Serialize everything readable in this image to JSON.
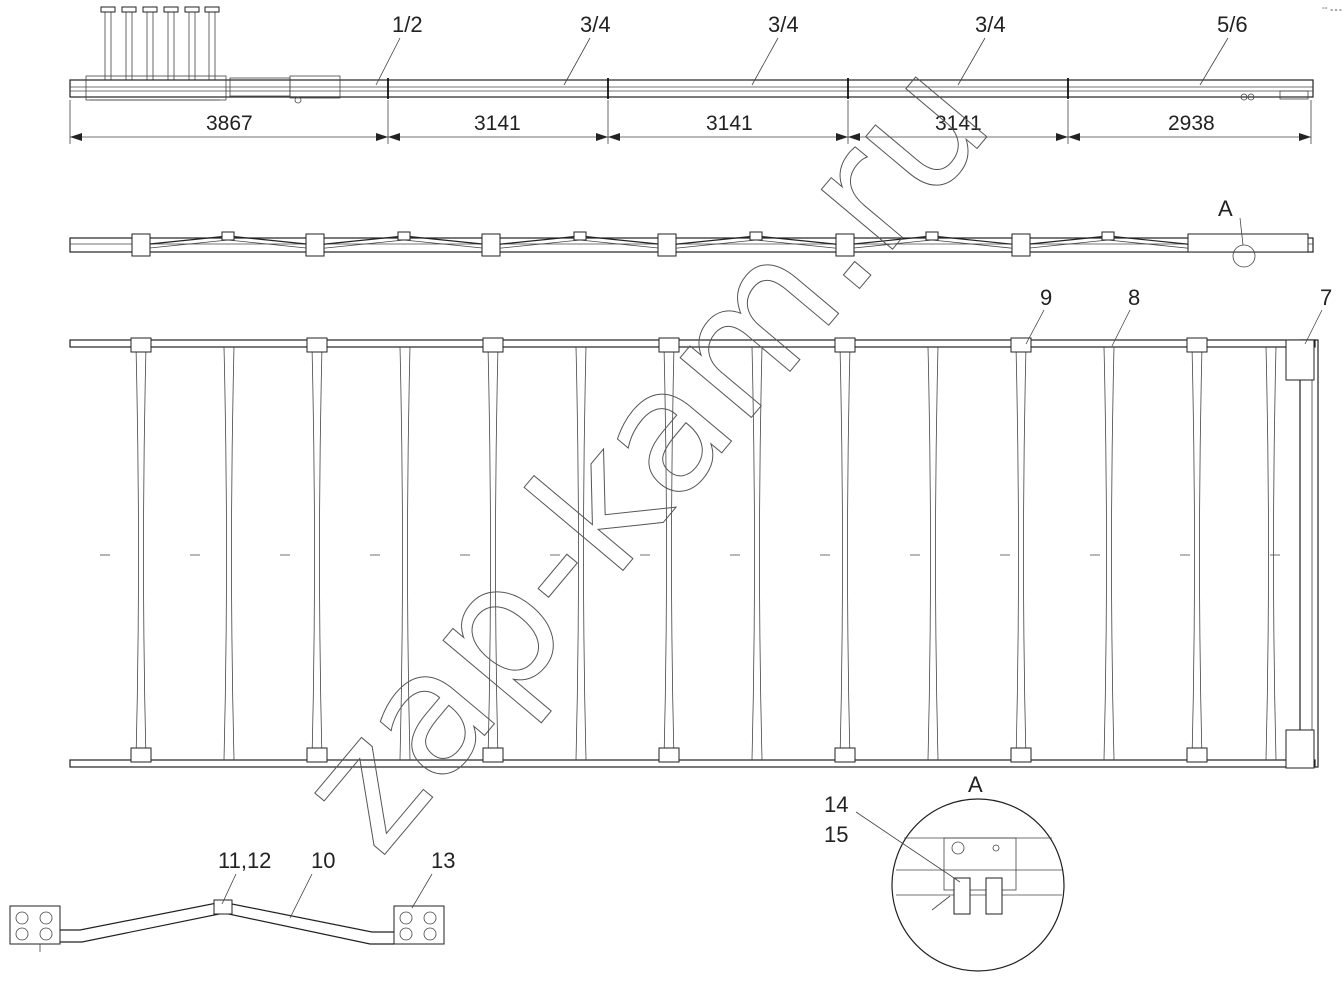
{
  "top_view": {
    "section_labels": [
      "1/2",
      "3/4",
      "3/4",
      "3/4",
      "5/6"
    ],
    "dimensions": [
      "3867",
      "3141",
      "3141",
      "3141",
      "2938"
    ]
  },
  "side_view": {
    "detail_marker": "A"
  },
  "plan_view": {
    "callouts": [
      "9",
      "8",
      "7"
    ]
  },
  "crossmember_detail": {
    "callouts": [
      "11,12",
      "10",
      "13"
    ]
  },
  "detail_a": {
    "title": "A",
    "callouts": [
      "14",
      "15"
    ]
  },
  "watermark": "zap-kam.ru",
  "corner_mark": "°° ∘∘∘"
}
